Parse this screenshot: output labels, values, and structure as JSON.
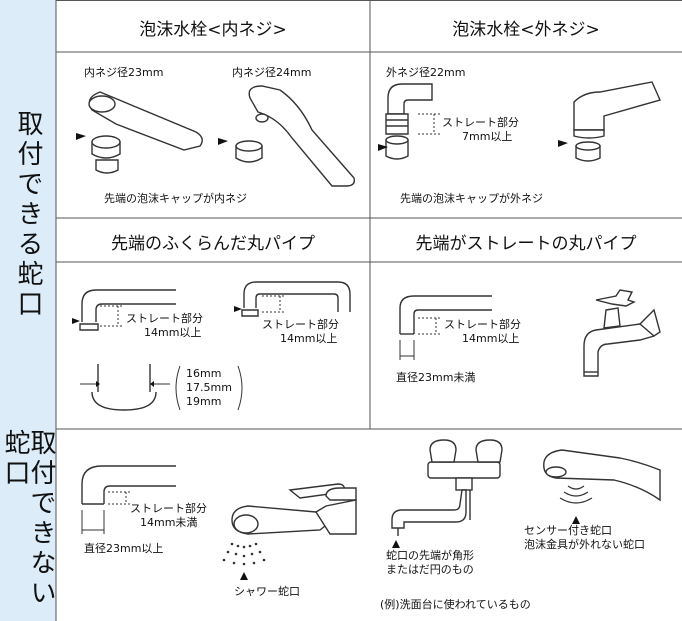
{
  "side_labels": {
    "installable": "取付できる蛇口",
    "not_installable": "取付できない蛇口"
  },
  "headers": {
    "foam_inner": "泡沫水栓<内ネジ>",
    "foam_outer": "泡沫水栓<外ネジ>",
    "bulged_pipe": "先端のふくらんだ丸パイプ",
    "straight_pipe": "先端がストレートの丸パイプ"
  },
  "foam_inner": {
    "label_23": "内ネジ径23mm",
    "label_24": "内ネジ径24mm",
    "caption": "先端の泡沫キャップが内ネジ"
  },
  "foam_outer": {
    "label_22": "外ネジ径22mm",
    "straight_line1": "ストレート部分",
    "straight_line2": "7mm以上",
    "caption": "先端の泡沫キャップが外ネジ"
  },
  "bulged_pipe": {
    "straight1_line1": "ストレート部分",
    "straight1_line2": "14mm以上",
    "straight2_line1": "ストレート部分",
    "straight2_line2": "14mm以上",
    "diameters": [
      "16mm",
      "17.5mm",
      "19mm"
    ]
  },
  "straight_pipe": {
    "straight_line1": "ストレート部分",
    "straight_line2": "14mm以上",
    "diameter": "直径23mm未満"
  },
  "not_installable": {
    "straight_line1": "ストレート部分",
    "straight_line2": "14mm未満",
    "diameter": "直径23mm以上",
    "shower": "シャワー蛇口",
    "angular_line1": "蛇口の先端が角形",
    "angular_line2": "またはだ円のもの",
    "sensor": "センサー付き蛇口",
    "foam_fixed": "泡沫金具が外れない蛇口",
    "example_note": "(例)洗面台に使われているもの"
  }
}
